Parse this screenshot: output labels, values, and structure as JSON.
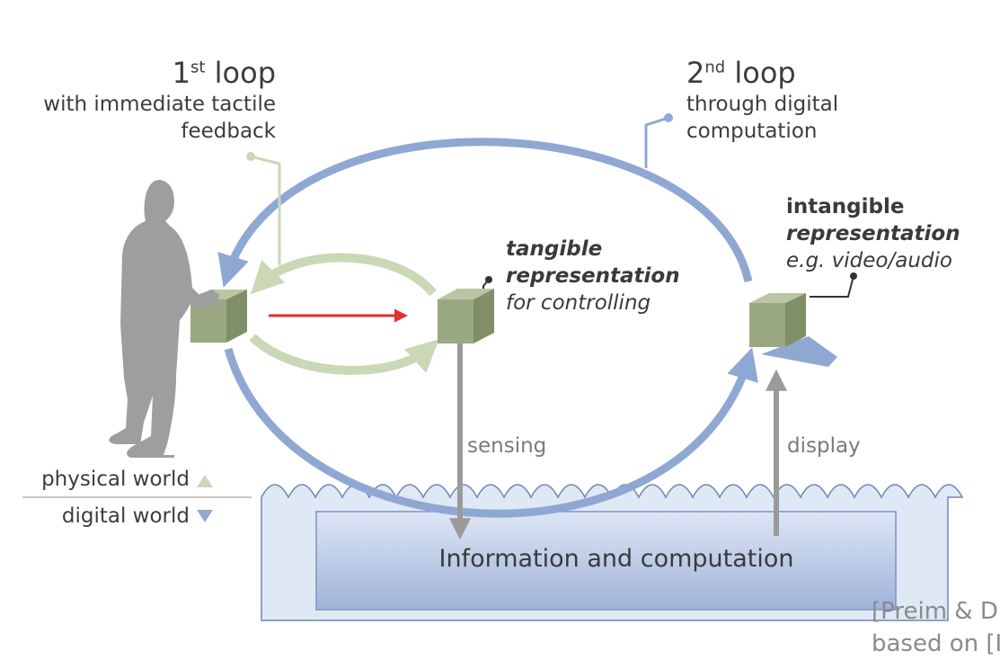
{
  "loop1": {
    "number": "1",
    "ordinal": "st",
    "word": "loop",
    "sub_line1": "with immediate tactile",
    "sub_line2": "feedback"
  },
  "loop2": {
    "number": "2",
    "ordinal": "nd",
    "word": "loop",
    "sub_line1": "through digital",
    "sub_line2": "computation"
  },
  "tangible": {
    "line1": "tangible",
    "line2": "representation",
    "line3": "for controlling"
  },
  "intangible": {
    "line1": "intangible",
    "line2": "representation",
    "line3": "e.g. video/audio"
  },
  "labels": {
    "sensing": "sensing",
    "display": "display"
  },
  "worlds": {
    "physical": "physical world",
    "digital": "digital world"
  },
  "info_box": "Information and computation",
  "citation": {
    "line1": "[Preim & D",
    "line2": "based on [I"
  },
  "colors": {
    "blue_loop": "#8fa8d3",
    "green_loop": "#cad8b5",
    "cube_front": "#9aa881",
    "cube_side": "#818f68",
    "cube_top": "#bac6a3",
    "water": "#dfe8f5",
    "info_box": "#b9c9e5",
    "red_arrow": "#e03030",
    "gray_arrow": "#9a9a9a",
    "figure": "#9e9e9e"
  },
  "icons": [
    "person-silhouette",
    "cube-hand",
    "cube-tangible",
    "cube-display",
    "screen-panel"
  ]
}
